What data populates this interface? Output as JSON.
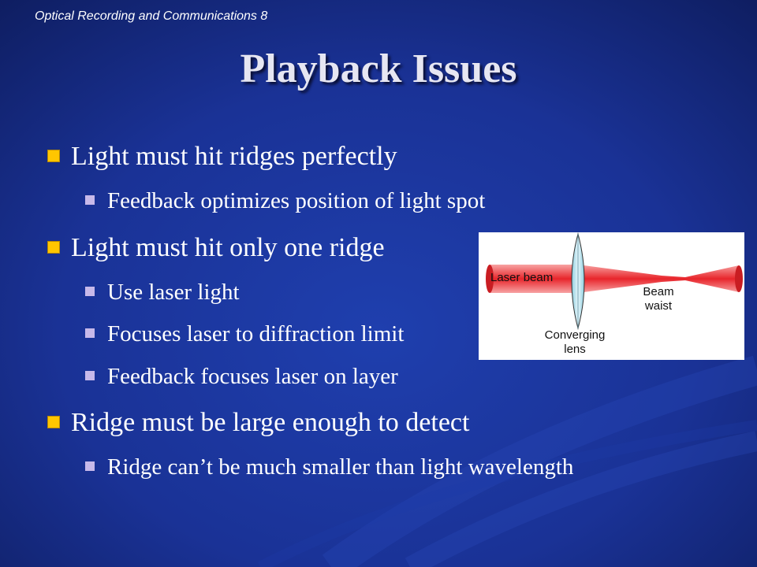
{
  "header": {
    "course_label": "Optical Recording and Communications 8"
  },
  "slide": {
    "title": "Playback Issues",
    "bullets": [
      {
        "text": "Light must hit ridges perfectly",
        "sub": [
          "Feedback optimizes position of light spot"
        ]
      },
      {
        "text": "Light must hit only one ridge",
        "sub": [
          "Use laser light",
          "Focuses laser to diffraction limit",
          "Feedback focuses laser on layer"
        ]
      },
      {
        "text": "Ridge must be large enough to detect",
        "sub": [
          "Ridge can’t be much smaller than light wavelength"
        ]
      }
    ]
  },
  "diagram": {
    "laser_label": "Laser beam",
    "waist_label_1": "Beam",
    "waist_label_2": "waist",
    "lens_label_1": "Converging",
    "lens_label_2": "lens"
  },
  "colors": {
    "background": "#1a3296",
    "bullet_primary": "#ffc600",
    "bullet_secondary": "#c7b9ea",
    "beam_red": "#e8252b",
    "lens_fill": "#bfe4ef"
  }
}
